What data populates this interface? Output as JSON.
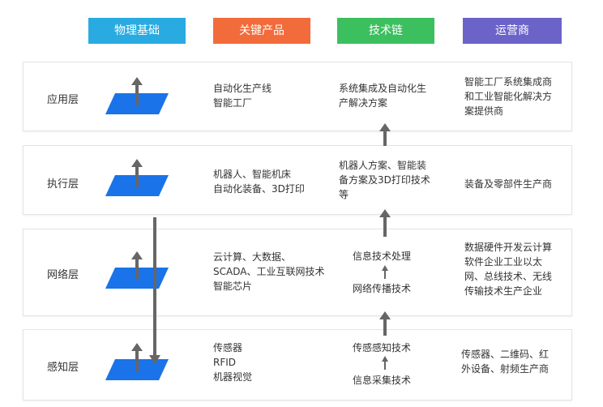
{
  "headers": [
    {
      "label": "物理基础",
      "color": "#29abe2"
    },
    {
      "label": "关键产品",
      "color": "#f26b3a"
    },
    {
      "label": "技术链",
      "color": "#3cbf5f"
    },
    {
      "label": "运营商",
      "color": "#6c63c9"
    }
  ],
  "layers": [
    {
      "name": "应用层",
      "products": "自动化生产线\n智能工厂",
      "tech": "系统集成及自动化生\n产解决方案",
      "operators": "智能工厂系统集成商\n和工业智能化解决方\n案提供商"
    },
    {
      "name": "执行层",
      "products": "机器人、智能机床\n自动化装备、3D打印",
      "tech": "机器人方案、智能装\n备方案及3D打印技术\n等",
      "operators": "装备及零部件生产商"
    },
    {
      "name": "网络层",
      "products": "云计算、大数据、\nSCADA、工业互联网技术\n智能芯片",
      "tech_top": "信息技术处理",
      "tech_bottom": "网络传播技术",
      "operators": "数据硬件开发云计算\n软件企业工业以太\n网、总线技术、无线\n传输技术生产企业"
    },
    {
      "name": "感知层",
      "products": "传感器\nRFID\n机器视觉",
      "tech_top": "传感感知技术",
      "tech_bottom": "信息采集技术",
      "operators": "传感器、二维码、红\n外设备、射频生产商"
    }
  ],
  "colors": {
    "platform": "#1a73e8",
    "arrow": "#666666",
    "border": "#e1e4e8"
  }
}
